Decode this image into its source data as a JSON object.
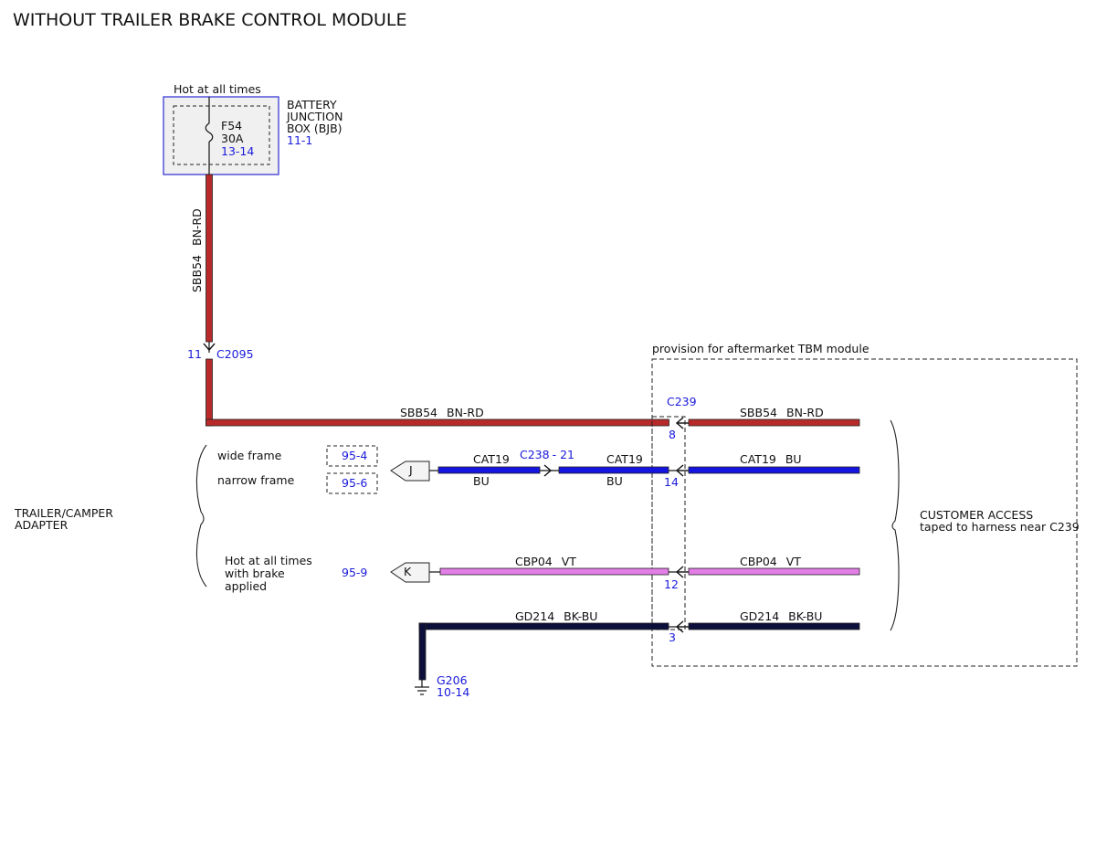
{
  "title": "WITHOUT TRAILER BRAKE CONTROL MODULE",
  "colors": {
    "red_wire": "#b82a2a",
    "blue_wire": "#1515e0",
    "violet_wire": "#e27ee6",
    "black_blue_wire": "#0b0f3a",
    "ref_text": "#1a1adb",
    "bjb_fill": "#f0f0f0"
  },
  "bjb": {
    "hot_label": "Hot at all times",
    "fuse": "F54",
    "rating": "30A",
    "fuse_ref": "13-14",
    "name_line1": "BATTERY",
    "name_line2": "JUNCTION",
    "name_line3": "BOX (BJB)",
    "ref": "11-1"
  },
  "vertical_wire": {
    "circuit": "SBB54",
    "color_code": "BN-RD"
  },
  "c2095": {
    "pin": "11",
    "name": "C2095"
  },
  "provision_label": "provision for aftermarket TBM module",
  "c239": {
    "name": "C239"
  },
  "wires": {
    "sbb54_left": {
      "circuit": "SBB54",
      "color_code": "BN-RD"
    },
    "sbb54_right": {
      "circuit": "SBB54",
      "color_code": "BN-RD"
    },
    "sbb54_pin": "8",
    "cat19_left": {
      "circuit": "CAT19",
      "color_code": "BU"
    },
    "cat19_mid": {
      "circuit": "CAT19",
      "color_code": "BU"
    },
    "cat19_right": {
      "circuit": "CAT19",
      "color_code": "BU"
    },
    "cat19_pin": "14",
    "c238": {
      "name": "C238",
      "sep": "-",
      "pin": "21"
    },
    "cbp04_left": {
      "circuit": "CBP04",
      "color_code": "VT"
    },
    "cbp04_right": {
      "circuit": "CBP04",
      "color_code": "VT"
    },
    "cbp04_pin": "12",
    "gd214_left": {
      "circuit": "GD214",
      "color_code": "BK-BU"
    },
    "gd214_right": {
      "circuit": "GD214",
      "color_code": "BK-BU"
    },
    "gd214_pin": "3"
  },
  "adapter": {
    "label_line1": "TRAILER/CAMPER",
    "label_line2": "ADAPTER",
    "wide_frame": "wide frame",
    "wide_ref": "95-4",
    "narrow_frame": "narrow frame",
    "narrow_ref": "95-6",
    "pin_j": "J",
    "pin_k": "K",
    "brake_line1": "Hot at all times",
    "brake_line2": "with brake",
    "brake_line3": "applied",
    "brake_ref": "95-9"
  },
  "ground": {
    "name": "G206",
    "ref": "10-14"
  },
  "customer": {
    "line1": "CUSTOMER ACCESS",
    "line2": "taped to harness near C239"
  }
}
